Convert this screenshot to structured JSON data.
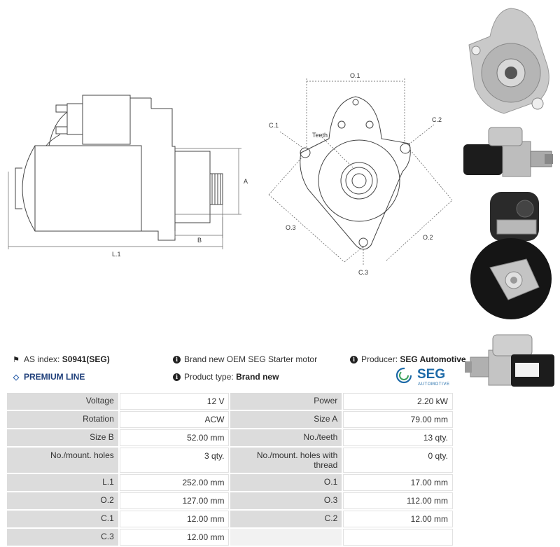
{
  "diagram": {
    "labels": {
      "a": "A",
      "b": "B",
      "l1": "L.1",
      "o1": "O.1",
      "o2": "O.2",
      "o3": "O.3",
      "c1": "C.1",
      "c2": "C.2",
      "c3": "C.3",
      "teeth": "Teeth"
    }
  },
  "info": {
    "as_index_label": "AS index:",
    "as_index_value": "S0941(SEG)",
    "premium_line": "PREMIUM LINE",
    "description": "Brand new OEM SEG Starter motor",
    "product_type_label": "Product type:",
    "product_type_value": "Brand new",
    "producer_label": "Producer:",
    "producer_value": "SEG Automotive"
  },
  "logo": {
    "brand": "SEG",
    "sub": "AUTOMOTIVE",
    "color": "#1d6aa8"
  },
  "specs": [
    {
      "l1": "Voltage",
      "v1": "12 V",
      "l2": "Power",
      "v2": "2.20 kW"
    },
    {
      "l1": "Rotation",
      "v1": "ACW",
      "l2": "Size A",
      "v2": "79.00 mm"
    },
    {
      "l1": "Size B",
      "v1": "52.00 mm",
      "l2": "No./teeth",
      "v2": "13 qty."
    },
    {
      "l1": "No./mount. holes",
      "v1": "3 qty.",
      "l2": "No./mount. holes with thread",
      "v2": "0 qty."
    },
    {
      "l1": "L.1",
      "v1": "252.00 mm",
      "l2": "O.1",
      "v2": "17.00 mm"
    },
    {
      "l1": "O.2",
      "v1": "127.00 mm",
      "l2": "O.3",
      "v2": "112.00 mm"
    },
    {
      "l1": "C.1",
      "v1": "12.00 mm",
      "l2": "C.2",
      "v2": "12.00 mm"
    },
    {
      "l1": "C.3",
      "v1": "12.00 mm",
      "l2": "",
      "v2": ""
    }
  ]
}
